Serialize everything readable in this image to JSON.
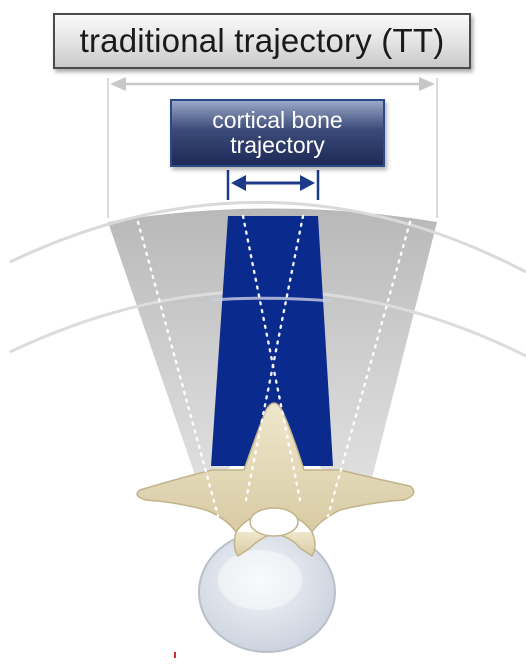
{
  "labels": {
    "traditional_trajectory": "traditional trajectory (TT)",
    "cortical_line1": "cortical bone",
    "cortical_line2": "trajectory"
  },
  "colors": {
    "cbt_fill": "#0b2a8e",
    "tt_fill": "#b4b4b4",
    "arrow_dark": "#1d3a8a",
    "arrow_light": "#c8c8c8",
    "bone": "#e8dfc4",
    "vertebral_body": "#e4e7ee"
  },
  "icons": {
    "tt_span": "double-arrow-icon",
    "cbt_span": "double-arrow-icon"
  }
}
